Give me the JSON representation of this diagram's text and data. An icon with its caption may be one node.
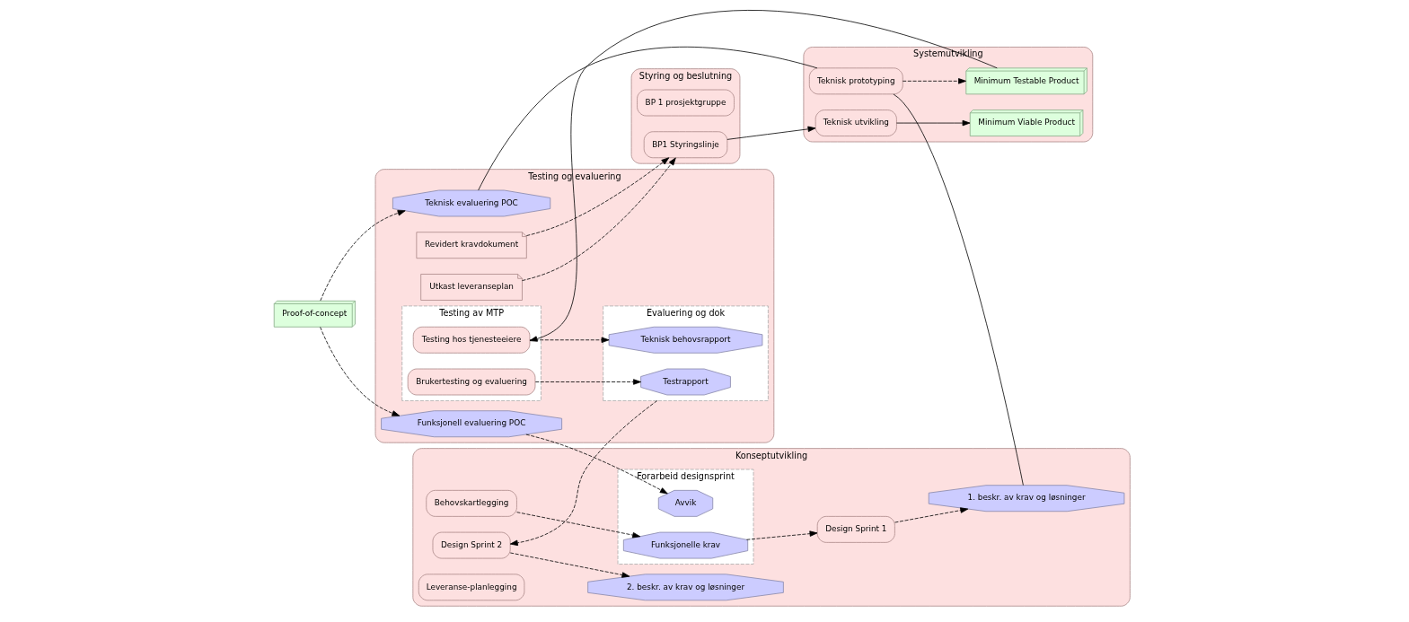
{
  "diagram": {
    "nodes": [
      {
        "text": [
          "Konseptutvikling"
        ]
      },
      {
        "text": [
          "Behovskartlegging"
        ],
        "in": 0
      },
      {
        "text": [
          "Forarbeid designsprint"
        ],
        "in": 0
      },
      {
        "text": [
          "Funksjonelle krav"
        ],
        "in": 2
      },
      {
        "text": [
          "Avvik"
        ],
        "in": 2
      },
      {
        "text": [
          "Design Sprint 1"
        ],
        "in": 0
      },
      {
        "text": [
          "1. beskr. av krav og løsninger"
        ],
        "in": 0
      },
      {
        "text": [
          "Design Sprint 2"
        ],
        "in": 0
      },
      {
        "text": [
          "2. beskr. av krav og løsninger"
        ],
        "in": 0
      },
      {
        "text": [
          "Leveranse-planlegging"
        ],
        "in": 0
      },
      {
        "text": [
          "Testing og evaluering"
        ]
      },
      {
        "text": [
          "Funksjonell evaluering POC"
        ],
        "in": 10
      },
      {
        "text": [
          "Teknisk evaluering POC"
        ],
        "in": 10
      },
      {
        "text": [
          "Testing av MTP"
        ],
        "in": 10
      },
      {
        "text": [
          "Brukertesting og evaluering"
        ],
        "in": 13
      },
      {
        "text": [
          "Testing hos tjenesteeiere"
        ],
        "in": 13
      },
      {
        "text": [
          "Evaluering og dok"
        ],
        "in": 10
      },
      {
        "text": [
          "Testrapport"
        ],
        "in": 16
      },
      {
        "text": [
          "Teknisk behovsrapport"
        ],
        "in": 16
      },
      {
        "text": [
          "Revidert kravdokument"
        ],
        "in": 10
      },
      {
        "text": [
          "Utkast leveranseplan"
        ],
        "in": 10
      },
      {
        "text": [
          "Proof-of-concept"
        ]
      },
      {
        "text": [
          "Styring og beslutning"
        ]
      },
      {
        "text": [
          "BP 1 prosjektgruppe"
        ],
        "in": 22
      },
      {
        "text": [
          "BP1 Styringslinje"
        ],
        "in": 22
      },
      {
        "text": [
          "Systemutvikling"
        ]
      },
      {
        "text": [
          "Teknisk prototyping"
        ],
        "in": 25
      },
      {
        "text": [
          "Minimum Testable Product"
        ],
        "in": 25
      },
      {
        "text": [
          "Teknisk utvikling"
        ],
        "in": 25
      },
      {
        "text": [
          "Minimum Viable Product"
        ],
        "in": 25
      }
    ],
    "edges": [
      {
        "from": 1,
        "to": 3,
        "arrow": "to",
        "style": "dashed"
      },
      {
        "from": 3,
        "to": 5,
        "arrow": "to",
        "style": "dashed"
      },
      {
        "from": 5,
        "to": 6,
        "arrow": "to",
        "style": "dashed"
      },
      {
        "from": 11,
        "to": 4,
        "arrow": "to",
        "style": "dashed"
      },
      {
        "from": 21,
        "to": 11,
        "arrow": "to",
        "style": "dashed"
      },
      {
        "from": 21,
        "to": 12,
        "arrow": "to",
        "style": "dashed"
      },
      {
        "from": 6,
        "to": 26,
        "arrow": "none"
      },
      {
        "from": 12,
        "to": 26,
        "arrow": "none"
      },
      {
        "from": 26,
        "to": 27,
        "arrow": "to",
        "style": "dashed"
      },
      {
        "from": 27,
        "to": 15,
        "arrow": "to"
      },
      {
        "from": 14,
        "to": 17,
        "arrow": "to",
        "style": "dashed"
      },
      {
        "from": 15,
        "to": 18,
        "arrow": "to",
        "style": "dashed"
      },
      {
        "from": 16,
        "to": 7,
        "arrow": "to",
        "style": "dashed"
      },
      {
        "from": 7,
        "to": 8,
        "arrow": "to",
        "style": "dashed"
      },
      {
        "from": 19,
        "to": 24,
        "arrow": "to",
        "style": "dashed"
      },
      {
        "from": 20,
        "to": 24,
        "arrow": "to",
        "style": "dashed"
      },
      {
        "from": 24,
        "to": 28,
        "arrow": "to"
      },
      {
        "from": 28,
        "to": 29,
        "arrow": "to"
      }
    ]
  }
}
